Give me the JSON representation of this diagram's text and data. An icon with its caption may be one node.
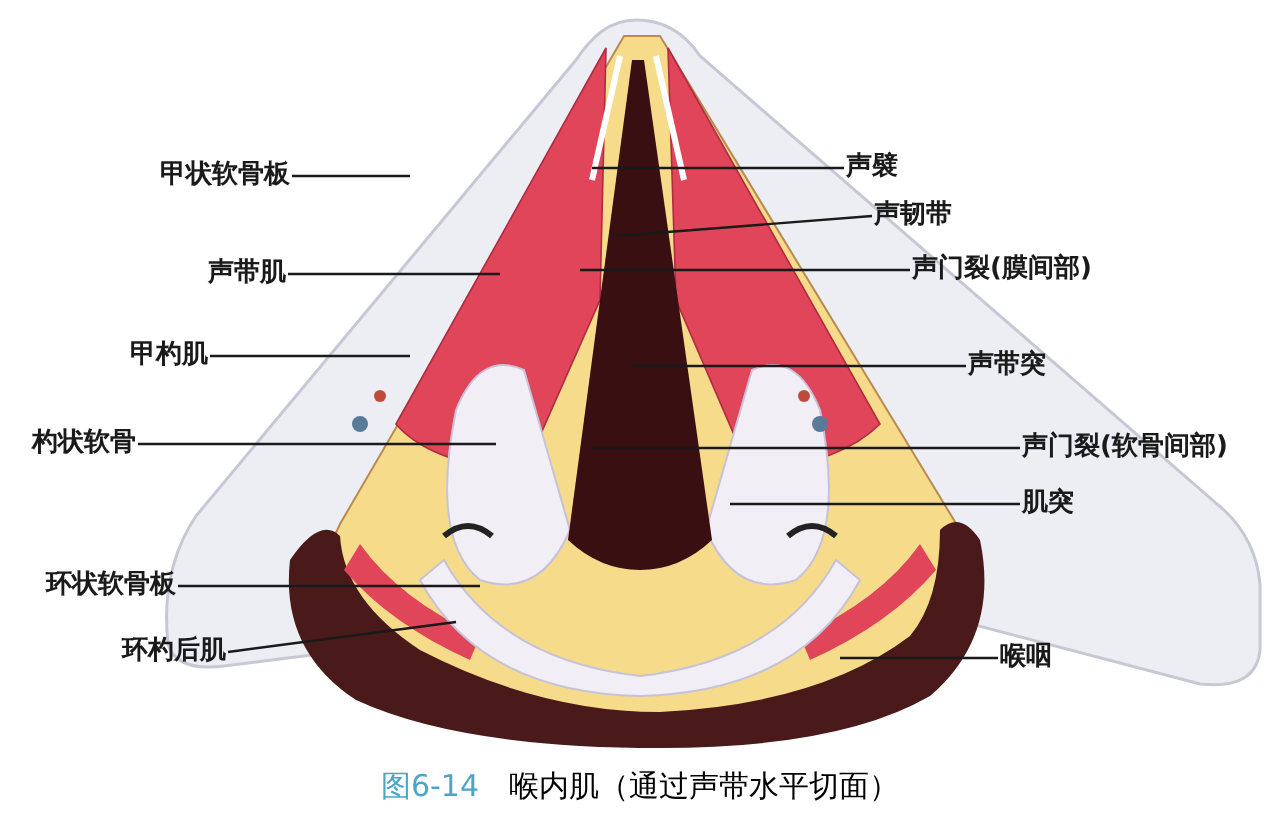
{
  "diagram": {
    "caption": "图6-14 喉内肌（通过声带水平切面）",
    "nodes": [
      {
        "text": [
          "甲状软骨板"
        ]
      },
      {
        "text": [
          "声带肌"
        ]
      },
      {
        "text": [
          "甲杓肌"
        ]
      },
      {
        "text": [
          "杓状软骨"
        ]
      },
      {
        "text": [
          "环状软骨板"
        ]
      },
      {
        "text": [
          "环杓后肌"
        ]
      },
      {
        "text": [
          "声襞"
        ]
      },
      {
        "text": [
          "声韧带"
        ]
      },
      {
        "text": [
          "声门裂(膜间部)"
        ]
      },
      {
        "text": [
          "声带突"
        ]
      },
      {
        "text": [
          "声门裂(软骨间部)"
        ]
      },
      {
        "text": [
          "肌突"
        ]
      },
      {
        "text": [
          "喉咽"
        ]
      }
    ],
    "edges": [
      {
        "from": 0,
        "to": null,
        "arrow": "none"
      },
      {
        "from": 1,
        "to": null,
        "arrow": "none"
      },
      {
        "from": 2,
        "to": null,
        "arrow": "none"
      },
      {
        "from": 3,
        "to": null,
        "arrow": "none"
      },
      {
        "from": 4,
        "to": null,
        "arrow": "none"
      },
      {
        "from": 5,
        "to": null,
        "arrow": "none"
      },
      {
        "from": 6,
        "to": null,
        "arrow": "none"
      },
      {
        "from": 7,
        "to": null,
        "arrow": "none"
      },
      {
        "from": 8,
        "to": null,
        "arrow": "none"
      },
      {
        "from": 9,
        "to": null,
        "arrow": "none"
      },
      {
        "from": 10,
        "to": null,
        "arrow": "none"
      },
      {
        "from": 11,
        "to": null,
        "arrow": "none"
      },
      {
        "from": 12,
        "to": null,
        "arrow": "none"
      }
    ]
  }
}
